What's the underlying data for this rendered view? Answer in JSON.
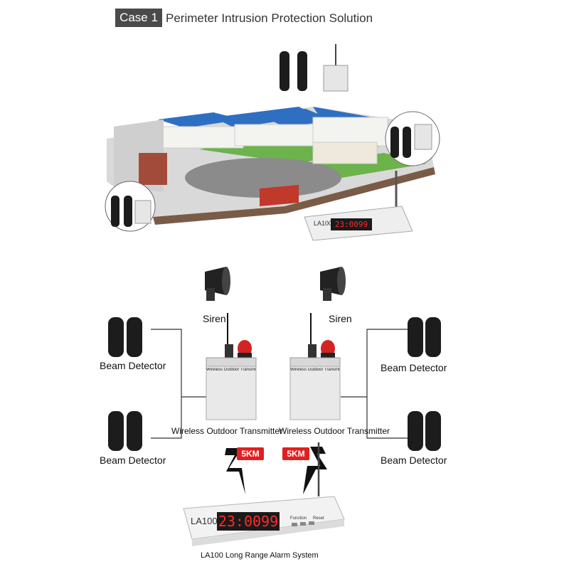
{
  "header": {
    "badge": "Case 1",
    "title": "Perimeter Intrusion Protection Solution"
  },
  "scene": {
    "console_brand": "LA100",
    "console_display": "23:0099"
  },
  "diagram": {
    "siren_left": "Siren",
    "siren_right": "Siren",
    "beam_top_left": "Beam Detector",
    "beam_bottom_left": "Beam Detector",
    "beam_top_right": "Beam Detector",
    "beam_bottom_right": "Beam Detector",
    "transmitter_left": "Wireless Outdoor Transmitter",
    "transmitter_right": "Wireless Outdoor Transmitter",
    "transmitter_plate": "Wireless Outdoor Transmitter",
    "range_left": "5KM",
    "range_right": "5KM",
    "console_brand": "LA100",
    "console_display": "23:0099",
    "console_function": "Function",
    "console_reset": "Reset",
    "caption": "LA100 Long Range Alarm System"
  }
}
